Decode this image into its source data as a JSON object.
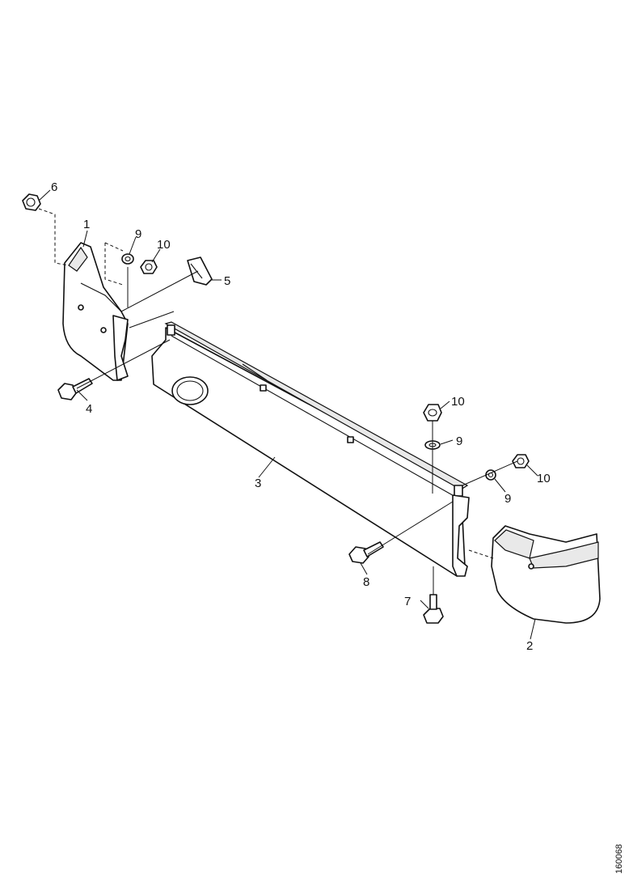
{
  "callouts": {
    "c1": "1",
    "c2": "2",
    "c3": "3",
    "c4": "4",
    "c5": "5",
    "c6": "6",
    "c7": "7",
    "c8": "8",
    "c9a": "9",
    "c9b": "9",
    "c9c": "9",
    "c10a": "10",
    "c10b": "10",
    "c10c": "10"
  },
  "drawing_ref": "160068"
}
